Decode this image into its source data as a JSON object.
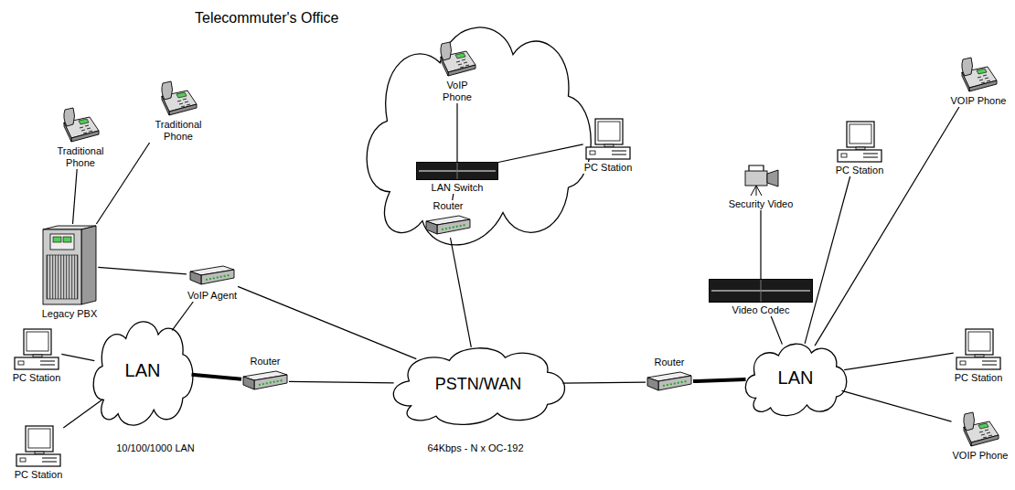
{
  "diagram": {
    "nodes": [
      {
        "text": [
          "Telecommuter's Office"
        ]
      },
      {
        "text": [
          "VoIP Phone"
        ],
        "in": 0
      },
      {
        "text": [
          "LAN Switch"
        ],
        "in": 0
      },
      {
        "text": [
          "PC Station"
        ],
        "in": 0
      },
      {
        "text": [
          "Router"
        ],
        "in": 0
      },
      {
        "text": [
          "Traditional Phone"
        ]
      },
      {
        "text": [
          "Traditional Phone"
        ]
      },
      {
        "text": [
          "Security Video"
        ]
      },
      {
        "text": [
          "Legacy PBX"
        ]
      },
      {
        "text": [
          "VoIP Agent"
        ]
      },
      {
        "text": [
          "PC Station"
        ]
      },
      {
        "text": [
          "VOIP Phone"
        ]
      },
      {
        "text": [
          "Video Codec"
        ]
      },
      {
        "text": [
          "LAN"
        ]
      },
      {
        "text": [
          "Router"
        ]
      },
      {
        "text": [
          "PSTN/WAN"
        ]
      },
      {
        "text": [
          "Router"
        ]
      },
      {
        "text": [
          "LAN"
        ]
      },
      {
        "text": [
          "PC Station"
        ]
      },
      {
        "text": [
          "PC Station"
        ]
      },
      {
        "text": [
          "PC Station"
        ]
      },
      {
        "text": [
          "VOIP Phone"
        ]
      }
    ],
    "edges": [
      {
        "from": 1,
        "to": 2,
        "arrow": "none"
      },
      {
        "from": 2,
        "to": 3,
        "arrow": "none"
      },
      {
        "from": 2,
        "to": 4,
        "arrow": "none"
      },
      {
        "from": 4,
        "to": 15,
        "arrow": "none"
      },
      {
        "from": 5,
        "to": 8,
        "arrow": "none"
      },
      {
        "from": 6,
        "to": 8,
        "arrow": "none"
      },
      {
        "from": 8,
        "to": 9,
        "arrow": "none"
      },
      {
        "from": 9,
        "to": 13,
        "arrow": "none"
      },
      {
        "from": 9,
        "to": 15,
        "arrow": "none"
      },
      {
        "from": 13,
        "to": 19,
        "arrow": "none"
      },
      {
        "from": 13,
        "to": 20,
        "arrow": "none"
      },
      {
        "from": 13,
        "to": 14,
        "arrow": "none"
      },
      {
        "from": 14,
        "to": 15,
        "arrow": "none"
      },
      {
        "from": 15,
        "to": 16,
        "arrow": "none"
      },
      {
        "from": 16,
        "to": 17,
        "arrow": "none"
      },
      {
        "from": 7,
        "to": 12,
        "arrow": "none"
      },
      {
        "from": 12,
        "to": 17,
        "arrow": "none"
      },
      {
        "from": 10,
        "to": 17,
        "arrow": "none"
      },
      {
        "from": 11,
        "to": 17,
        "arrow": "none"
      },
      {
        "from": 17,
        "to": 18,
        "arrow": "none"
      },
      {
        "from": 17,
        "to": 21,
        "arrow": "none"
      }
    ],
    "labels": [
      "10/100/1000 LAN",
      "64Kbps - N x OC-192"
    ]
  }
}
